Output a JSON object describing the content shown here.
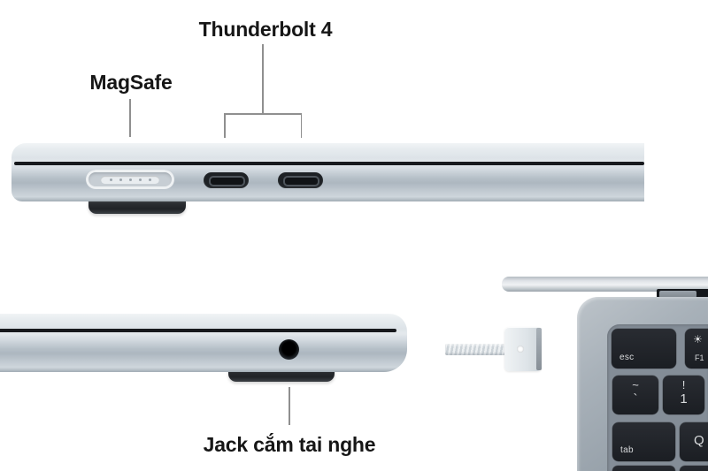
{
  "labels": {
    "thunderbolt": "Thunderbolt 4",
    "magsafe": "MagSafe",
    "headphone_jack": "Jack cắm tai nghe"
  },
  "keyboard": {
    "esc": "esc",
    "f1": "F1",
    "brightness_icon": "☀",
    "tilde": "~",
    "backtick": "`",
    "exclam": "!",
    "one": "1",
    "tab": "tab",
    "q": "Q"
  },
  "colors": {
    "background": "#ffffff",
    "label_text": "#161616",
    "callout_line": "#8f8f8f",
    "chassis_silver": "#c9d1d8",
    "seam_dark": "#17191d",
    "keyboard_deck": "#9aa3ac",
    "keyboard_well": "#848d97",
    "key_black": "#1f2227",
    "key_text": "#d9dbdd",
    "foot_dark": "#2b2e32"
  }
}
